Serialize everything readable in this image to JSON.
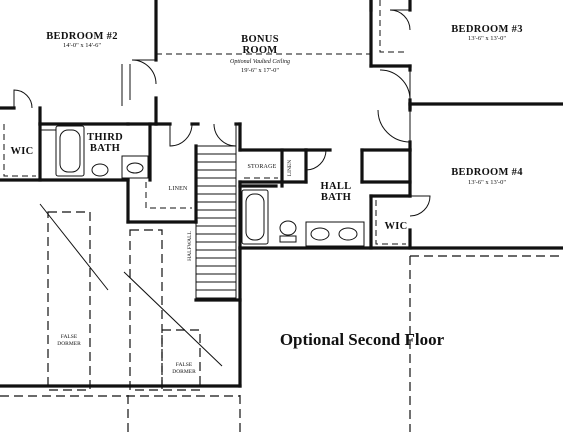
{
  "rooms": {
    "bedroom2": {
      "name": "BEDROOM #2",
      "dims": "14'-0\" x 14'-6\""
    },
    "bonus": {
      "name_line1": "BONUS",
      "name_line2": "ROOM",
      "note": "Optional Vaulted Ceiling",
      "dims": "19'-6\" x 17'-0\""
    },
    "bedroom3": {
      "name": "BEDROOM #3",
      "dims": "13'-6\" x 13'-0\""
    },
    "bedroom4": {
      "name": "BEDROOM #4",
      "dims": "13'-6\" x 13'-0\""
    },
    "wic_left": "WIC",
    "third_bath": {
      "line1": "THIRD",
      "line2": "BATH"
    },
    "storage": "STORAGE",
    "linen_right": "LINEN",
    "linen_left": "LINEN",
    "hall_bath": {
      "line1": "HALL",
      "line2": "BATH"
    },
    "wic_right": "WIC",
    "halfwall": "HALFWALL",
    "false_dormer_left": {
      "line1": "FALSE",
      "line2": "DORMER"
    },
    "false_dormer_right": {
      "line1": "FALSE",
      "line2": "DORMER"
    }
  },
  "plan_title": "Optional Second Floor"
}
